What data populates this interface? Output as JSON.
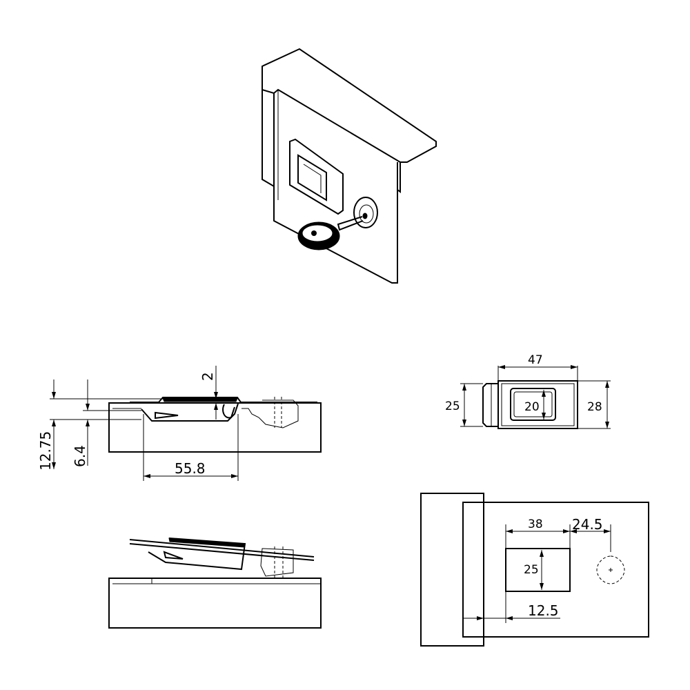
{
  "colors": {
    "line": "#000000",
    "background": "#ffffff"
  },
  "side_view": {
    "dim_top_offset": "2",
    "dim_total_height": "12.75",
    "dim_upper_height": "6.4",
    "dim_length": "55.8"
  },
  "front_view": {
    "dim_width": "47",
    "dim_left_height": "25",
    "dim_inner_height": "20",
    "dim_right_height": "28"
  },
  "cutout_view": {
    "dim_cutout_width": "38",
    "dim_hole_offset": "24.5",
    "dim_cutout_height": "25",
    "dim_edge_offset": "12.5"
  }
}
